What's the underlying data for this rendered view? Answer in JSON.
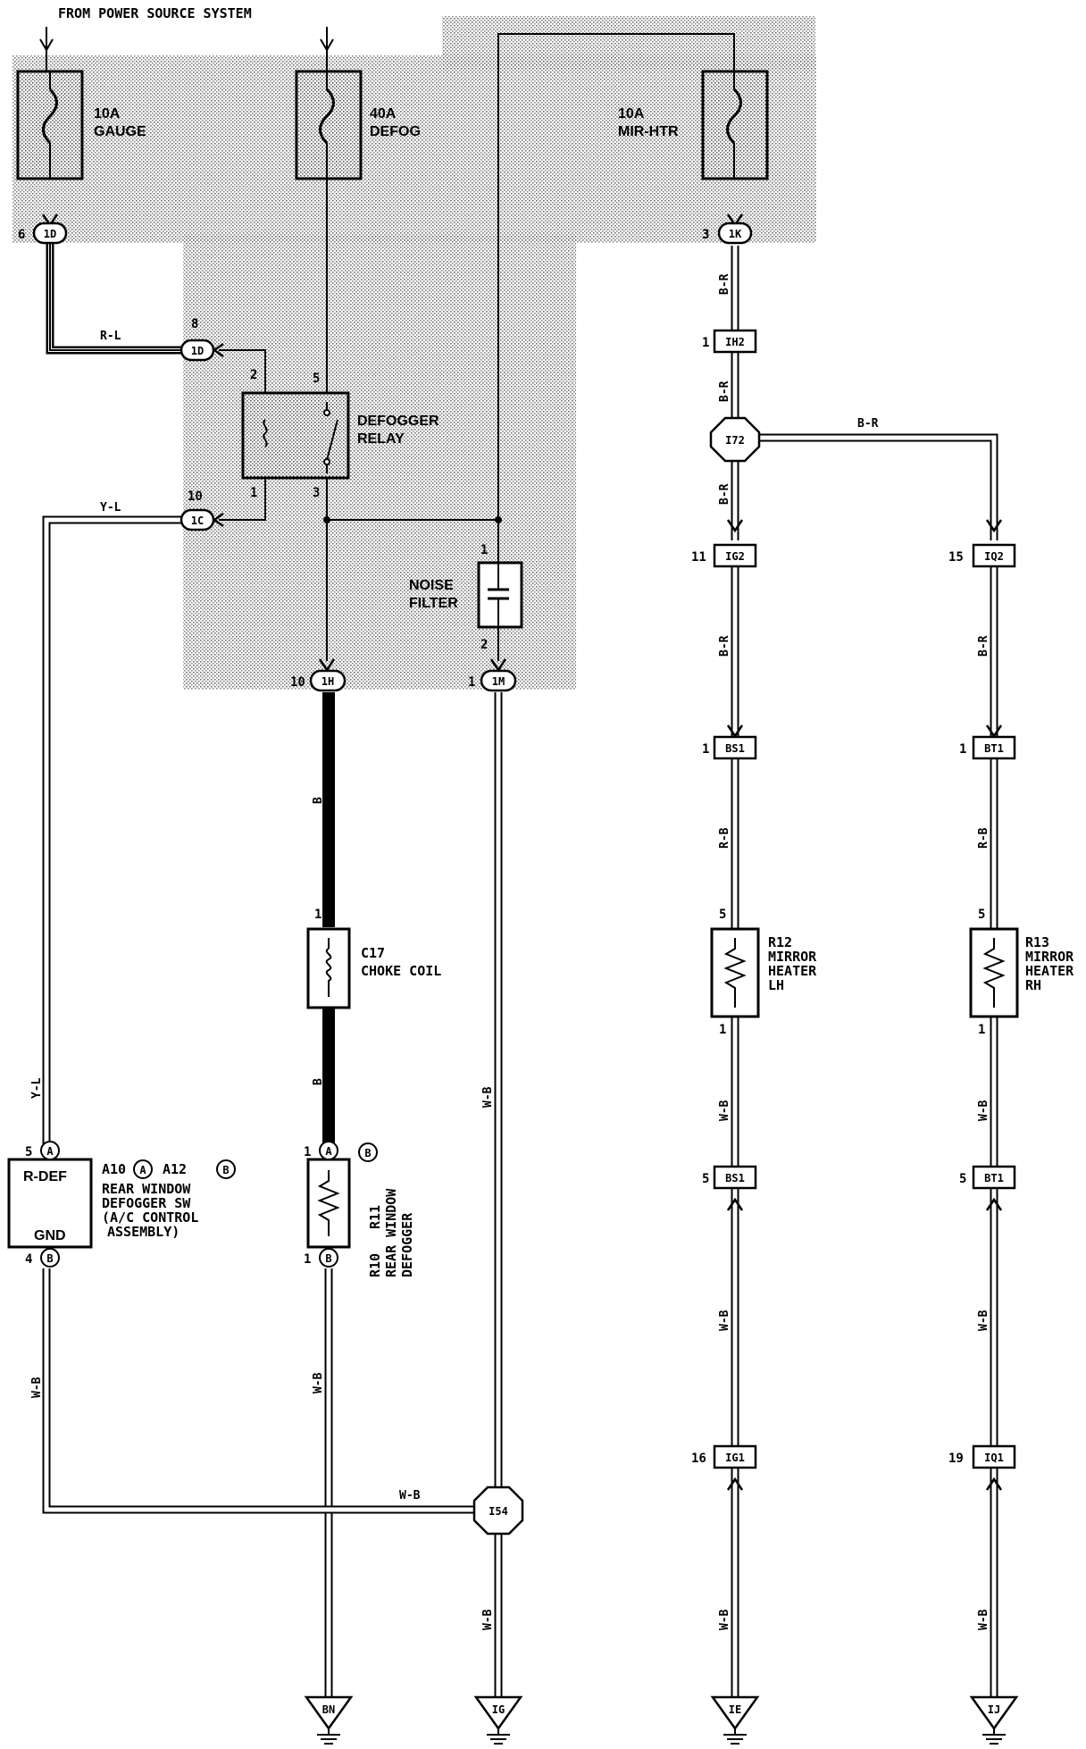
{
  "title": "FROM POWER SOURCE SYSTEM",
  "fuses": [
    {
      "amp": "10A",
      "name": "GAUGE"
    },
    {
      "amp": "40A",
      "name": "DEFOG"
    },
    {
      "amp": "10A",
      "name": "MIR-HTR"
    }
  ],
  "relay": {
    "name1": "DEFOGGER",
    "name2": "RELAY",
    "pins": [
      "2",
      "5",
      "1",
      "3"
    ]
  },
  "noise_filter": {
    "name1": "NOISE",
    "name2": "FILTER",
    "pins": [
      "1",
      "2"
    ]
  },
  "choke_coil": {
    "ref": "C17",
    "name": "CHOKE COIL",
    "pin": "1"
  },
  "switch": {
    "ref": "A10",
    "ref_conn_a": "A",
    "ref2": "A12",
    "ref_conn_b": "B",
    "line1": "REAR WINDOW",
    "line2": "DEFOGGER SW",
    "line3": "(A/C CONTROL",
    "line4": "ASSEMBLY)",
    "term_top": "R-DEF",
    "term_bottom": "GND",
    "pin_top": "5",
    "pin_bottom": "4",
    "conn_top": "A",
    "conn_bottom": "B"
  },
  "defogger": {
    "ref": "R10",
    "conn_a": "A",
    "ref2": "R11",
    "conn_b": "B",
    "line1": "REAR WINDOW",
    "line2": "DEFOGGER",
    "pin_top": "1",
    "pin_bottom": "1"
  },
  "mirror_lh": {
    "ref": "R12",
    "line1": "MIRROR",
    "line2": "HEATER",
    "line3": "LH",
    "pin_top": "5",
    "pin_bottom": "1"
  },
  "mirror_rh": {
    "ref": "R13",
    "line1": "MIRROR",
    "line2": "HEATER",
    "line3": "RH",
    "pin_top": "5",
    "pin_bottom": "1"
  },
  "connectors_oval": [
    {
      "pin": "6",
      "id": "1D"
    },
    {
      "pin": "8",
      "id": "1D"
    },
    {
      "pin": "10",
      "id": "1C"
    },
    {
      "pin": "10",
      "id": "1H"
    },
    {
      "pin": "1",
      "id": "1M"
    },
    {
      "pin": "3",
      "id": "1K"
    }
  ],
  "connectors_box": [
    {
      "pin": "1",
      "id": "IH2"
    },
    {
      "pin": "11",
      "id": "IG2"
    },
    {
      "pin": "15",
      "id": "IQ2"
    },
    {
      "pin": "1",
      "id": "BS1"
    },
    {
      "pin": "1",
      "id": "BT1"
    },
    {
      "pin": "5",
      "id": "BS1"
    },
    {
      "pin": "5",
      "id": "BT1"
    },
    {
      "pin": "16",
      "id": "IG1"
    },
    {
      "pin": "19",
      "id": "IQ1"
    }
  ],
  "junctions": [
    "I72",
    "I54"
  ],
  "grounds": [
    "BN",
    "IG",
    "IE",
    "IJ"
  ],
  "wire_colors": {
    "r_l": "R-L",
    "y_l": "Y-L",
    "b": "B",
    "w_b": "W-B",
    "b_r": "B-R",
    "r_b": "R-B"
  },
  "colors": {
    "shade": "#b8b8b8",
    "ink": "#000000",
    "paper": "#ffffff"
  }
}
